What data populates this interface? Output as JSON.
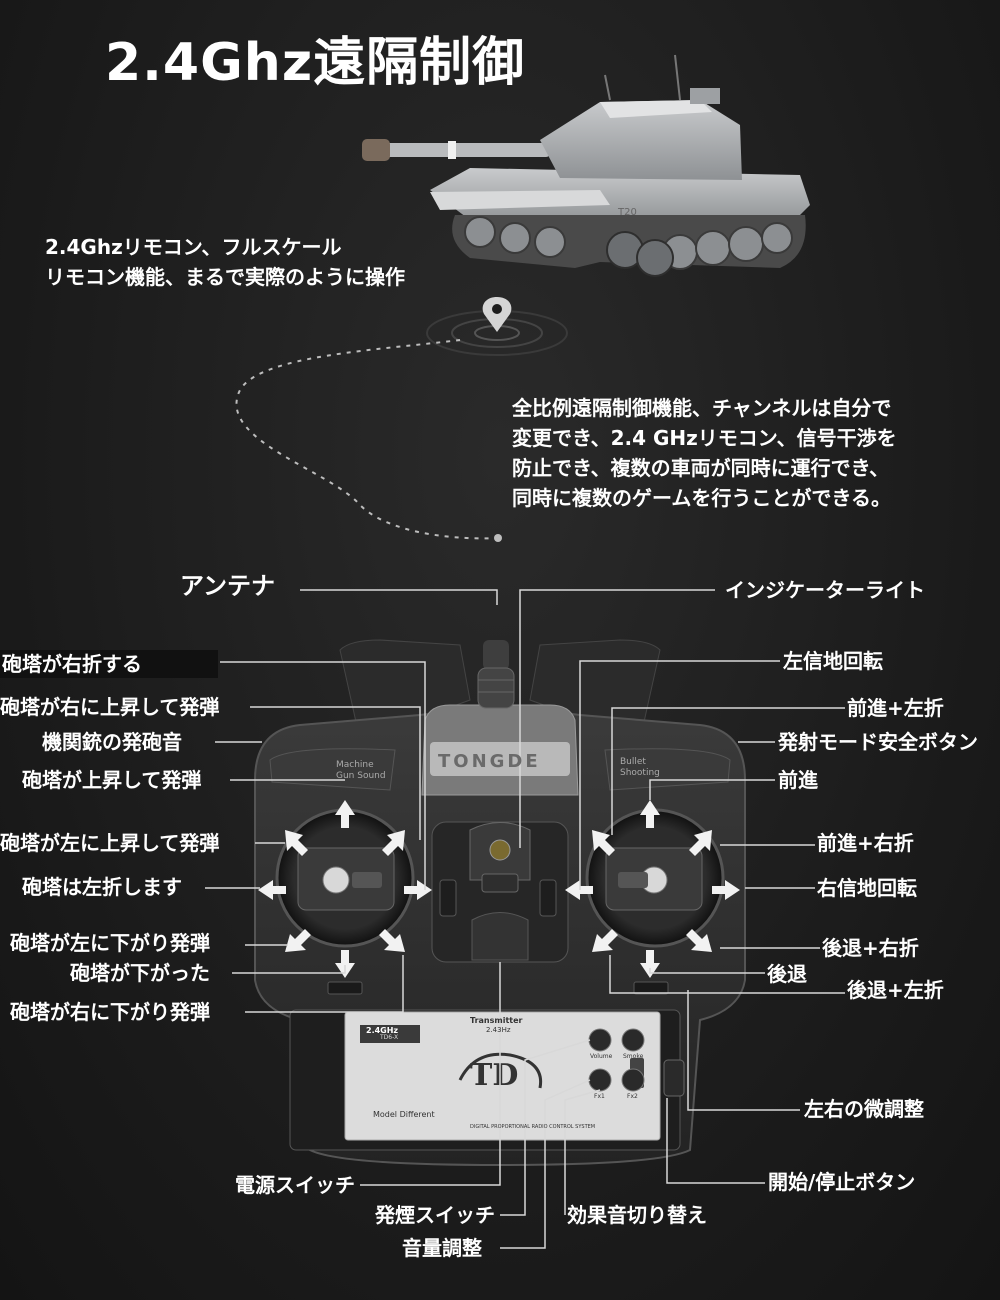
{
  "title": "2.4Ghz遠隔制御",
  "intro": [
    "2.4Ghzリモコン、フルスケール",
    "リモコン機能、まるで実際のように操作"
  ],
  "feature": [
    "全比例遠隔制御機能、チャンネルは自分で",
    "変更でき、2.4 GHzリモコン、信号干渉を",
    "防止でき、複数の車両が同時に運行でき、",
    "同時に複数のゲームを行うことができる。"
  ],
  "tank": {
    "mark": "T20"
  },
  "remote": {
    "brand": "TONGDE",
    "left_panel": [
      "Machine",
      "Gun Sound"
    ],
    "right_panel": [
      "Bullet",
      "Shooting"
    ],
    "label_card": {
      "freq": "2.4GHz",
      "model_code": "TD6-X",
      "transmitter": "Transmitter",
      "transmitter_freq": "2.43Hz",
      "model_line": "Model Different",
      "footer": "DIGITAL PROPORTIONAL RADIO CONTROL SYSTEM"
    },
    "mini_buttons": [
      "Volume",
      "Smoke",
      "Fx1",
      "Fx2"
    ]
  },
  "labels": {
    "antenna": "アンテナ",
    "indicator_light": "インジケーターライト",
    "turret_right": "砲塔が右折する",
    "turret_right_up_fire": "砲塔が右に上昇して発弾",
    "machine_gun": "機関銃の発砲音",
    "turret_up_fire": "砲塔が上昇して発弾",
    "turret_left_up_fire": "砲塔が左に上昇して発弾",
    "turret_left": "砲塔は左折します",
    "turret_left_down_fire": "砲塔が左に下がり発弾",
    "turret_down": "砲塔が下がった",
    "turret_right_down_fire": "砲塔が右に下がり発弾",
    "left_spin": "左信地回転",
    "forward_left": "前進+左折",
    "fire_safety": "発射モード安全ボタン",
    "forward": "前進",
    "forward_right": "前進+右折",
    "right_spin": "右信地回転",
    "back_right": "後退+右折",
    "back": "後退",
    "back_left": "後退+左折",
    "trim": "左右の微調整",
    "power_switch": "電源スイッチ",
    "start_stop": "開始/停止ボタン",
    "smoke_switch": "発煙スイッチ",
    "sound_fx": "効果音切り替え",
    "volume": "音量調整"
  }
}
